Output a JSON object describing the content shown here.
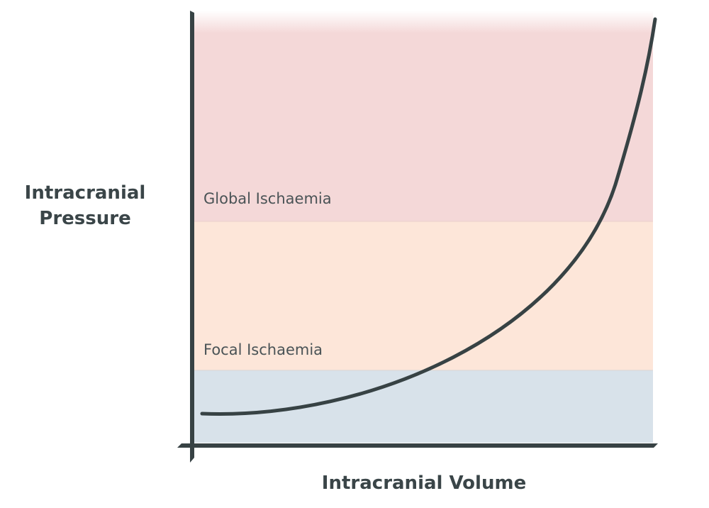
{
  "y_axis_label_line1": "Intracranial",
  "y_axis_label_line2": "Pressure",
  "x_axis_label": "Intracranial Volume",
  "zones": [
    {
      "label": "Global Ischaemia",
      "color": "#f4d8d8"
    },
    {
      "label": "Focal Ischaemia",
      "color": "#fde6d9"
    },
    {
      "label": "",
      "color": "#d8e2ea"
    }
  ],
  "colors": {
    "axis": "#374244",
    "curve": "#374244"
  }
}
